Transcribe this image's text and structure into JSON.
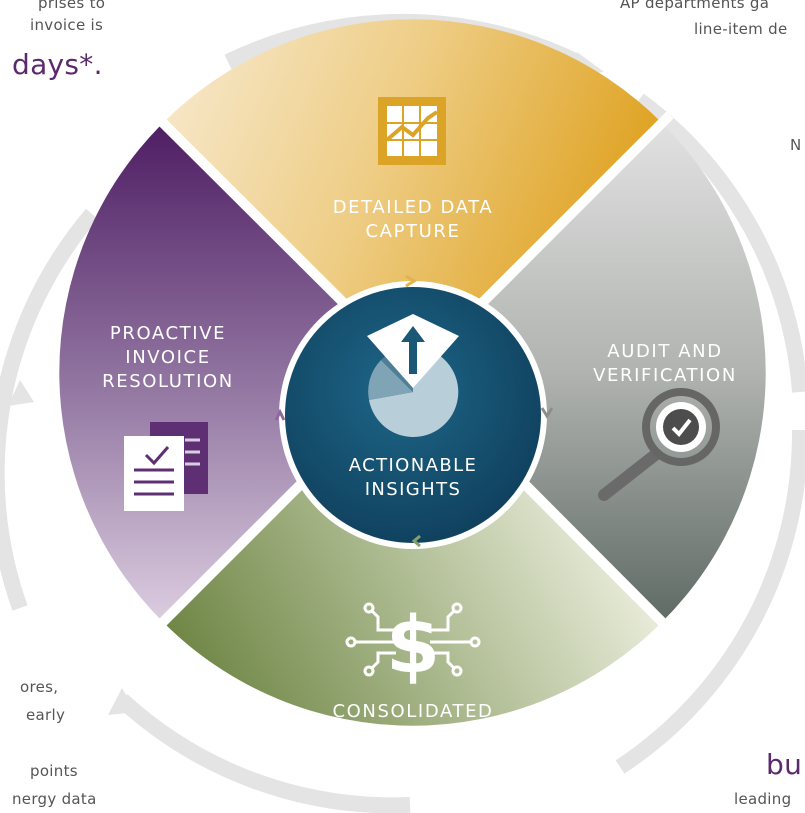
{
  "edge_text": {
    "top_left_1": "prises to",
    "top_left_2": "invoice is",
    "top_left_big": "days*.",
    "top_right_1": "AP departments ga",
    "top_right_2": "line-item de",
    "right_1": "N",
    "bottom_left_1": "ores,",
    "bottom_left_2": "early",
    "bottom_left_3": "points",
    "bottom_left_4": "nergy data",
    "bottom_right_big": "bu",
    "bottom_right_2": "leading"
  },
  "segments": {
    "top": {
      "label": "DETAILED DATA\nCAPTURE",
      "icon": "chart-icon",
      "color": "#e3ac2e"
    },
    "right": {
      "label": "AUDIT AND\nVERIFICATION",
      "icon": "magnifier-check-icon",
      "color": "#6f7874"
    },
    "bottom": {
      "label": "CONSOLIDATED\nPAYMENT",
      "icon": "dollar-circuit-icon",
      "color": "#6e8a45"
    },
    "left": {
      "label": "PROACTIVE\nINVOICE\nRESOLUTION",
      "icon": "document-check-icon",
      "color": "#5e2f73"
    }
  },
  "center": {
    "label": "ACTIONABLE\nINSIGHTS",
    "icon": "pie-arrow-icon",
    "color": "#1d5a78"
  }
}
